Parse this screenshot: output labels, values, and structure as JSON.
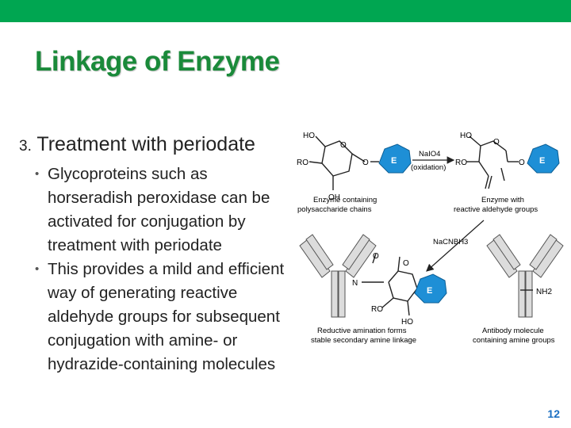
{
  "slide": {
    "title": "Linkage of Enzyme",
    "section_number": "3.",
    "section_heading": "Treatment with periodate",
    "bullets": [
      "Glycoproteins such as horseradish peroxidase can be activated for conjugation by treatment with periodate",
      "This provides a mild and efficient way of generating reactive aldehyde groups for subsequent conjugation with amine- or hydrazide-containing molecules"
    ],
    "page_number": "12"
  },
  "figure": {
    "enzyme_letter": "E",
    "reagent_top": "NaIO4",
    "reagent_top_note": "(oxidation)",
    "reagent_middle": "NaCNBH3",
    "label_left_top_line1": "Enzyme containing",
    "label_left_top_line2": "polysaccharide chains",
    "label_right_top_line1": "Enzyme with",
    "label_right_top_line2": "reactive aldehyde groups",
    "label_bottom_left_line1": "Reductive amination forms",
    "label_bottom_left_line2": "stable secondary amine linkage",
    "label_bottom_right_line1": "Antibody molecule",
    "label_bottom_right_line2": "containing amine groups",
    "chem_ho": "HO",
    "chem_ro": "RO",
    "chem_oh": "OH",
    "chem_o": "O",
    "chem_n": "N",
    "chem_nh2": "NH2",
    "colors": {
      "bar": "#00a651",
      "title": "#1a8a3a",
      "enzyme": "#1e8fd6",
      "page_number": "#1b6fc2"
    }
  }
}
